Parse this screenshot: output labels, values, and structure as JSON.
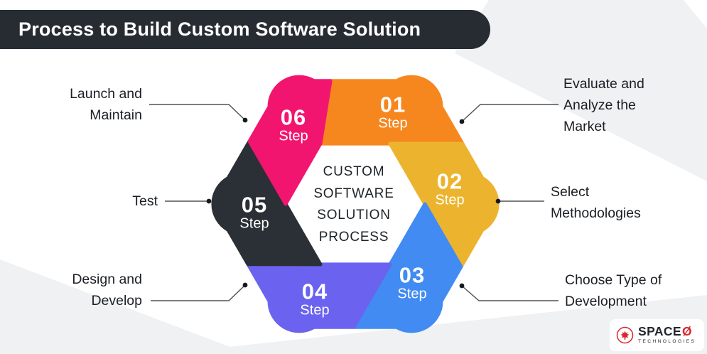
{
  "header": {
    "title": "Process to Build Custom Software Solution"
  },
  "center_label": {
    "lines": [
      "CUSTOM",
      "SOFTWARE",
      "SOLUTION",
      "PROCESS"
    ]
  },
  "steps": [
    {
      "number": "01",
      "caption": "Step",
      "color": "#F6871F",
      "label_lines": [
        "Evaluate and",
        "Analyze the",
        "Market"
      ]
    },
    {
      "number": "02",
      "caption": "Step",
      "color": "#ECB42E",
      "label_lines": [
        "Select",
        "Methodologies"
      ]
    },
    {
      "number": "03",
      "caption": "Step",
      "color": "#418BF3",
      "label_lines": [
        "Choose Type of",
        "Development"
      ]
    },
    {
      "number": "04",
      "caption": "Step",
      "color": "#6B63F0",
      "label_lines": [
        "Design and",
        "Develop"
      ]
    },
    {
      "number": "05",
      "caption": "Step",
      "color": "#2B3036",
      "label_lines": [
        "Test"
      ]
    },
    {
      "number": "06",
      "caption": "Step",
      "color": "#F2156F",
      "label_lines": [
        "Launch and",
        "Maintain"
      ]
    }
  ],
  "logo": {
    "brand": "SPACE",
    "brand_o": "Ø",
    "subtitle": "TECHNOLOGIES",
    "accent_color": "#D9252C"
  },
  "colors": {
    "header_bg": "#272C33",
    "background_accent": "#EFF1F3",
    "connector_line": "#4E5257",
    "connector_dot": "#17191D",
    "text_dark": "#1B1F24"
  }
}
